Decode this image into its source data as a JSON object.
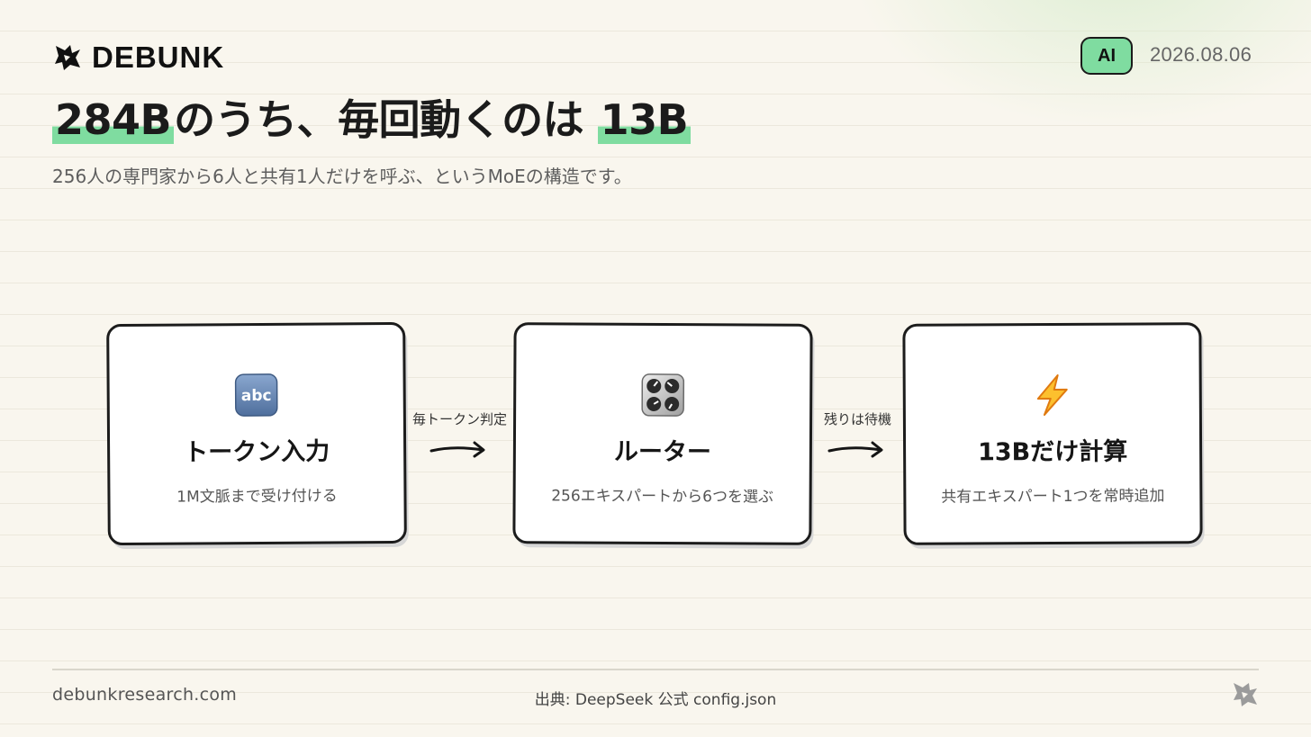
{
  "header": {
    "logo_text": "DEBUNK",
    "category": "AI",
    "date": "2026.08.06"
  },
  "title": {
    "part1": "284B",
    "part2": "のうち、毎回動くのは",
    "part3": "13B"
  },
  "subtitle": "256人の専門家から6人と共有1人だけを呼ぶ、というMoEの構造です。",
  "flow": {
    "steps": [
      {
        "icon": "abc-icon",
        "title": "トークン入力",
        "desc": "1M文脈まで受け付ける"
      },
      {
        "icon": "control-knobs-icon",
        "title": "ルーター",
        "desc": "256エキスパートから6つを選ぶ"
      },
      {
        "icon": "lightning-icon",
        "title": "13Bだけ計算",
        "desc": "共有エキスパート1つを常時追加"
      }
    ],
    "connectors": [
      {
        "label": "毎トークン判定"
      },
      {
        "label": "残りは待機"
      }
    ]
  },
  "footer": {
    "site": "debunkresearch.com",
    "source": "出典: DeepSeek 公式 config.json"
  },
  "colors": {
    "accent": "#7fdca0",
    "background": "#f9f6ee",
    "ink": "#1b1b1b",
    "muted_text": "#5e5e5e"
  }
}
